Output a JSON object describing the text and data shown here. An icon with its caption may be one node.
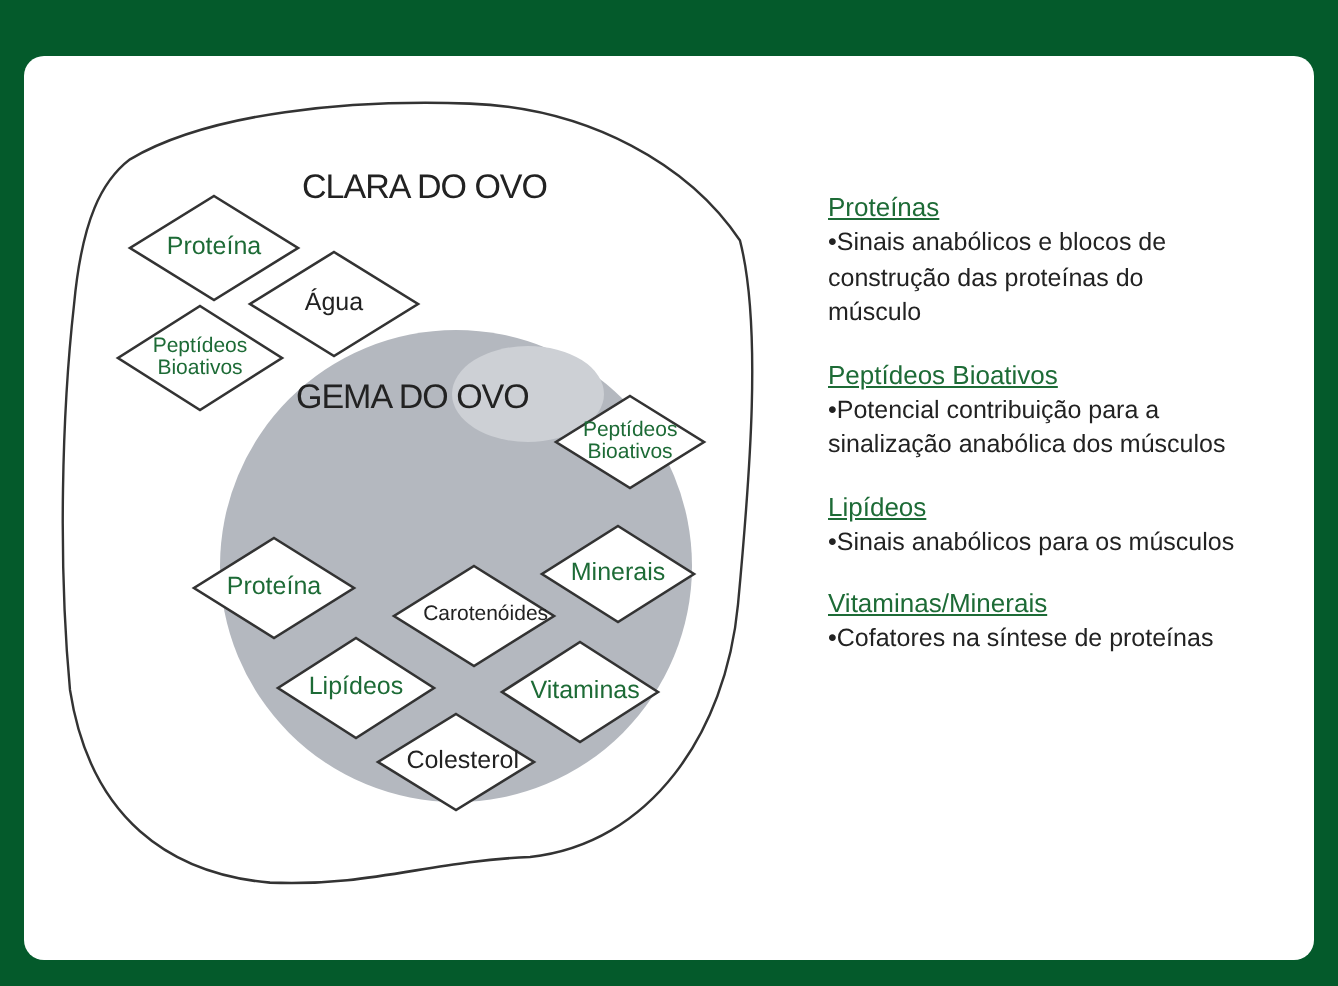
{
  "diagram": {
    "nodes": [
      {
        "text": [
          "CLARA DO OVO"
        ]
      },
      {
        "text": [
          "Proteína"
        ],
        "in": 0
      },
      {
        "text": [
          "Água"
        ],
        "in": 0
      },
      {
        "text": [
          "Peptídeos Bioativos"
        ],
        "in": 0
      },
      {
        "text": [
          "GEMA DO OVO"
        ],
        "in": 0
      },
      {
        "text": [
          "Peptídeos Bioativos"
        ],
        "in": 4
      },
      {
        "text": [
          "Proteína"
        ],
        "in": 4
      },
      {
        "text": [
          "Carotenóides"
        ],
        "in": 4
      },
      {
        "text": [
          "Minerais"
        ],
        "in": 4
      },
      {
        "text": [
          "Lipídeos"
        ],
        "in": 4
      },
      {
        "text": [
          "Vitaminas"
        ],
        "in": 4
      },
      {
        "text": [
          "Colesterol"
        ],
        "in": 4
      }
    ],
    "labels": [
      "Proteínas",
      "•Sinais anabólicos e blocos de construção das proteínas do músculo",
      "Peptídeos Bioativos",
      "•Potencial contribuição para a sinalização anabólica dos músculos",
      "Lipídeos",
      "•Sinais anabólicos para os músculos",
      "Vitaminas/Minerais",
      "•Cofatores na síntese de proteínas"
    ]
  }
}
